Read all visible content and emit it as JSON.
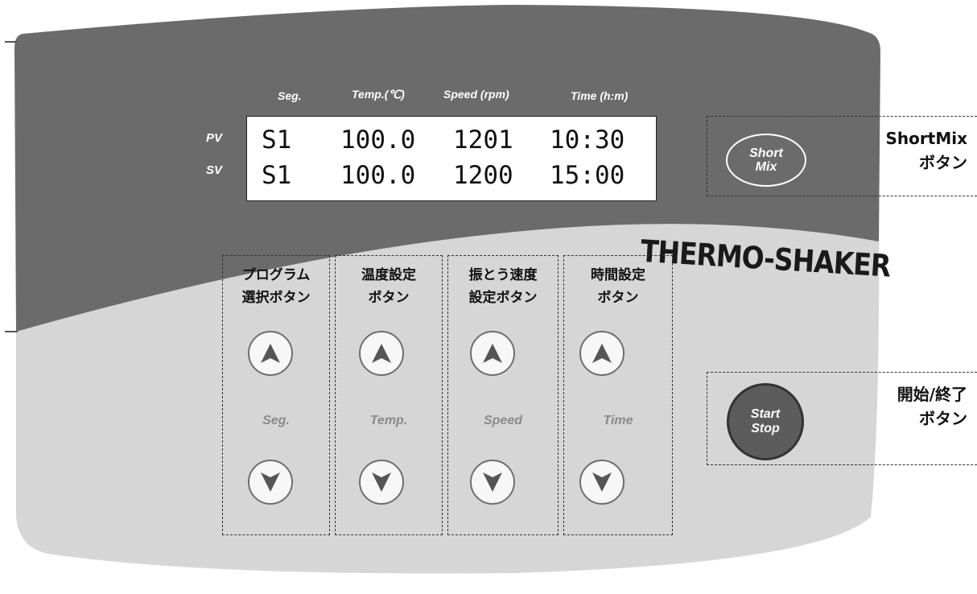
{
  "display": {
    "headers": {
      "seg": "Seg.",
      "temp": "Temp.(℃)",
      "speed": "Speed (rpm)",
      "time": "Time (h:m)"
    },
    "rows": [
      {
        "label": "PV",
        "seg": "S1",
        "temp": "100.0",
        "speed": "1201",
        "time": "10:30"
      },
      {
        "label": "SV",
        "seg": "S1",
        "temp": "100.0",
        "speed": "1200",
        "time": "15:00"
      }
    ]
  },
  "brand": "THERMO-SHAKER",
  "groups": [
    {
      "title_line1": "プログラム",
      "title_line2": "選択ボタン",
      "label": "Seg."
    },
    {
      "title_line1": "温度設定",
      "title_line2": "ボタン",
      "label": "Temp."
    },
    {
      "title_line1": "振とう速度",
      "title_line2": "設定ボタン",
      "label": "Speed"
    },
    {
      "title_line1": "時間設定",
      "title_line2": "ボタン",
      "label": "Time"
    }
  ],
  "shortmix": {
    "button_line1": "Short",
    "button_line2": "Mix",
    "caption_line1": "ShortMix",
    "caption_line2": "ボタン"
  },
  "startstop": {
    "button_line1": "Start",
    "button_line2": "Stop",
    "caption_line1": "開始/終了",
    "caption_line2": "ボタン"
  },
  "colors": {
    "upper_panel": "#6b6b6b",
    "lower_panel": "#d6d6d6",
    "start_button": "#5c5c5c"
  },
  "icons": {
    "up": "up-arrow-icon",
    "down": "down-arrow-icon"
  }
}
